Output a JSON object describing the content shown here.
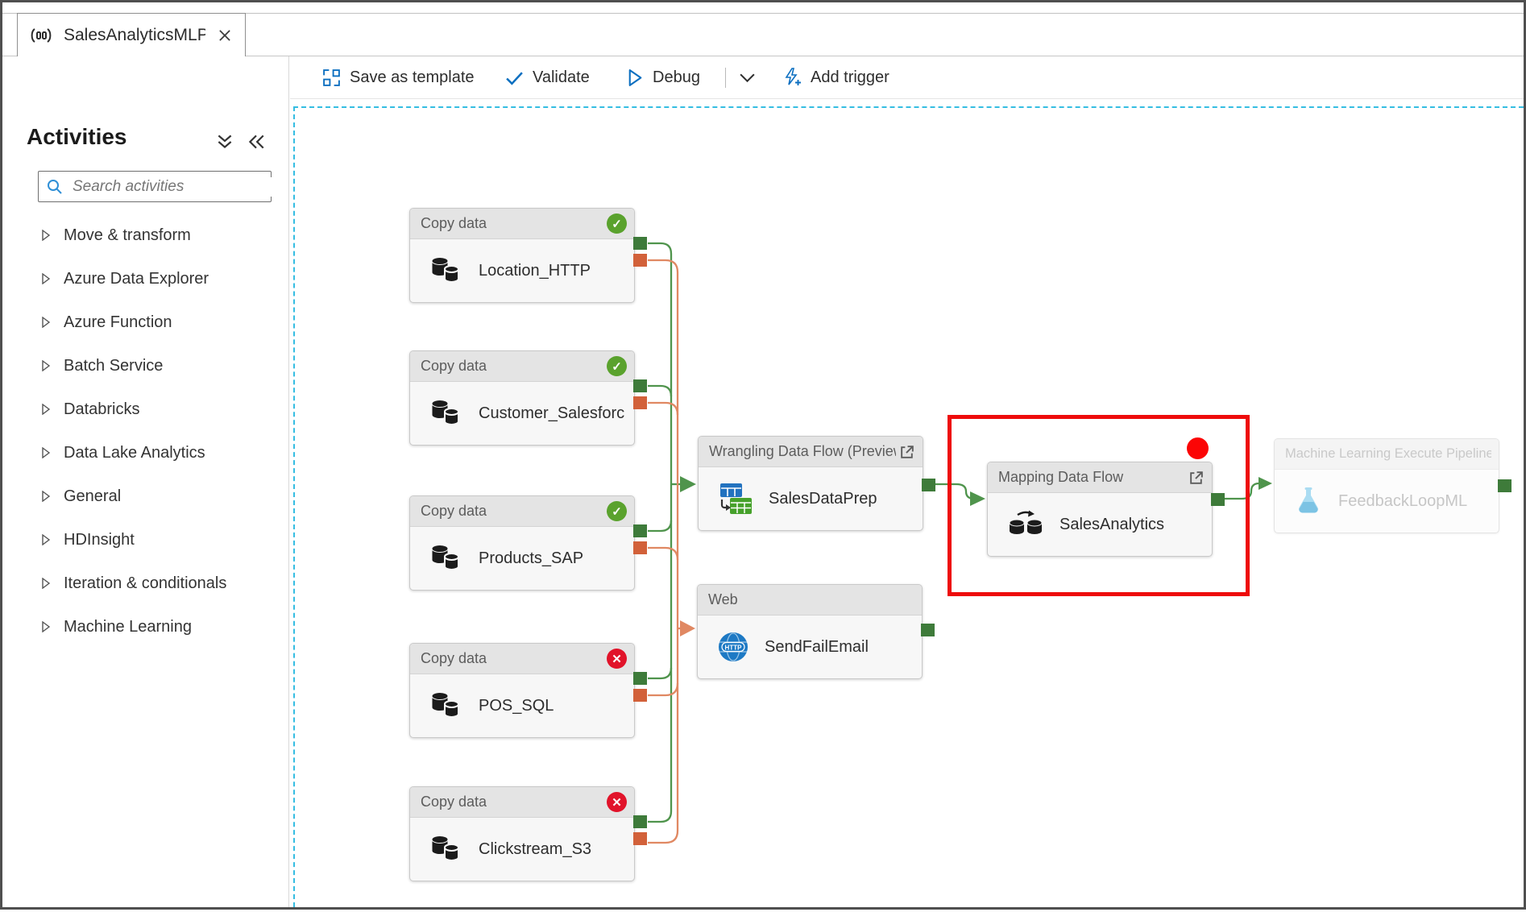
{
  "tab": {
    "title": "SalesAnalyticsMLPip..."
  },
  "toolbar": {
    "save_as_template": "Save as template",
    "validate": "Validate",
    "debug": "Debug",
    "add_trigger": "Add trigger"
  },
  "sidebar": {
    "title": "Activities",
    "search_placeholder": "Search activities",
    "categories": [
      "Move & transform",
      "Azure Data Explorer",
      "Azure Function",
      "Batch Service",
      "Databricks",
      "Data Lake Analytics",
      "General",
      "HDInsight",
      "Iteration & conditionals",
      "Machine Learning"
    ]
  },
  "canvas": {
    "nodes": [
      {
        "type": "Copy data",
        "name": "Location_HTTP",
        "status": "succeeded"
      },
      {
        "type": "Copy data",
        "name": "Customer_Salesforce",
        "status": "succeeded"
      },
      {
        "type": "Copy data",
        "name": "Products_SAP",
        "status": "succeeded"
      },
      {
        "type": "Copy data",
        "name": "POS_SQL",
        "status": "failed"
      },
      {
        "type": "Copy data",
        "name": "Clickstream_S3",
        "status": "failed"
      },
      {
        "type": "Wrangling Data Flow (Preview)",
        "name": "SalesDataPrep",
        "status": "none"
      },
      {
        "type": "Web",
        "name": "SendFailEmail",
        "status": "none"
      },
      {
        "type": "Mapping Data Flow",
        "name": "SalesAnalytics",
        "status": "none"
      },
      {
        "type": "Machine Learning Execute Pipeline",
        "name": "FeedbackLoopML",
        "status": "none"
      }
    ],
    "annotation": {
      "highlighted_node": "SalesAnalytics (Mapping Data Flow)"
    }
  },
  "glyphs": {
    "check": "✓",
    "cross": "✕"
  },
  "colors": {
    "success_green": "#5aa22d",
    "error_red": "#e1132a",
    "port_green": "#3e7b3a",
    "port_orange": "#d2613a",
    "line_green": "#4f944c",
    "line_orange": "#e08862",
    "accent_blue": "#0c6fc0",
    "canvas_dash_blue": "#35bde2",
    "annotation_red": "#ee0b0b"
  }
}
